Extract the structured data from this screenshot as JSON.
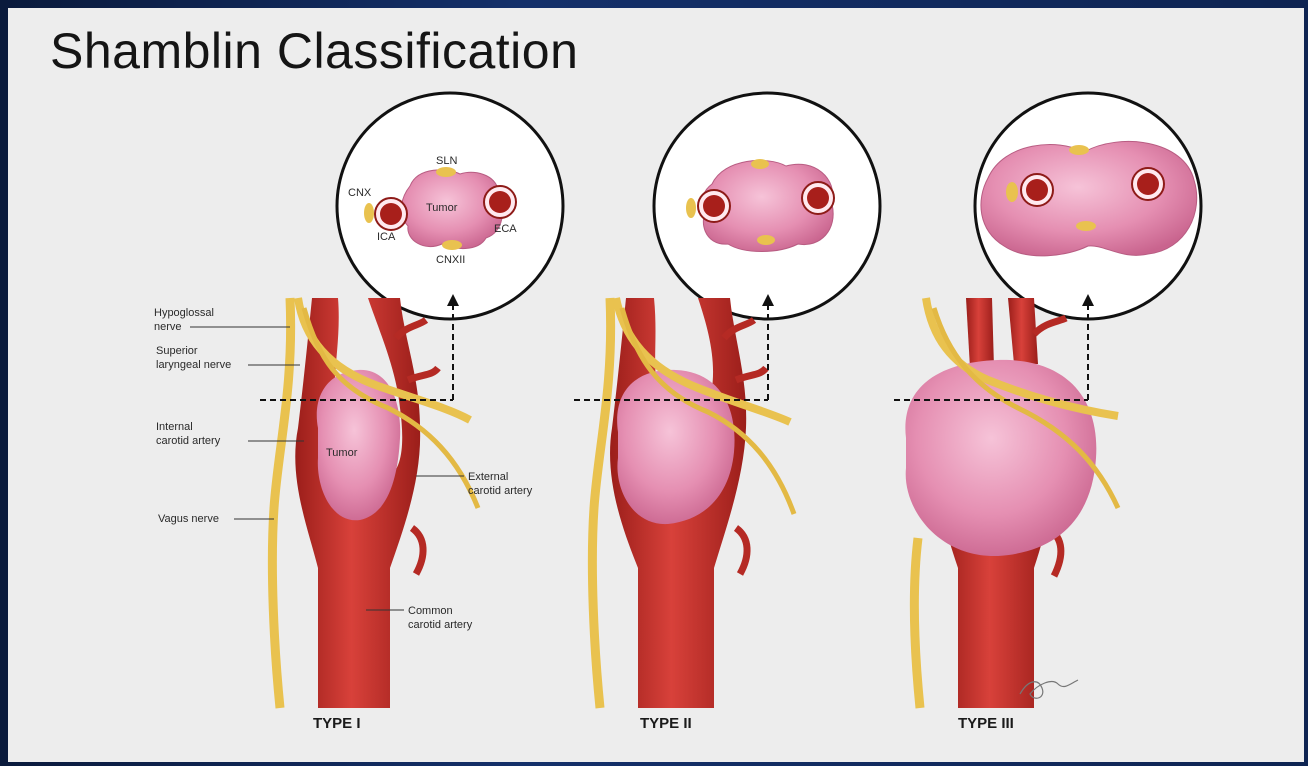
{
  "slide": {
    "title": "Shamblin Classification"
  },
  "cross_section": {
    "sln": "SLN",
    "cnx": "CNX",
    "tumor": "Tumor",
    "ica": "ICA",
    "eca": "ECA",
    "cnxii": "CNXII"
  },
  "labels": {
    "hypoglossal_1": "Hypoglossal",
    "hypoglossal_2": "nerve",
    "superior_1": "Superior",
    "superior_2": "laryngeal nerve",
    "internal_1": "Internal",
    "internal_2": "carotid artery",
    "vagus": "Vagus nerve",
    "tumor": "Tumor",
    "external_1": "External",
    "external_2": "carotid artery",
    "common_1": "Common",
    "common_2": "carotid artery"
  },
  "types": [
    "TYPE I",
    "TYPE II",
    "TYPE III"
  ],
  "colors": {
    "artery": "#c8312a",
    "artery_dark": "#8e1b18",
    "tumor": "#e58fb2",
    "nerve": "#e9c24f"
  }
}
